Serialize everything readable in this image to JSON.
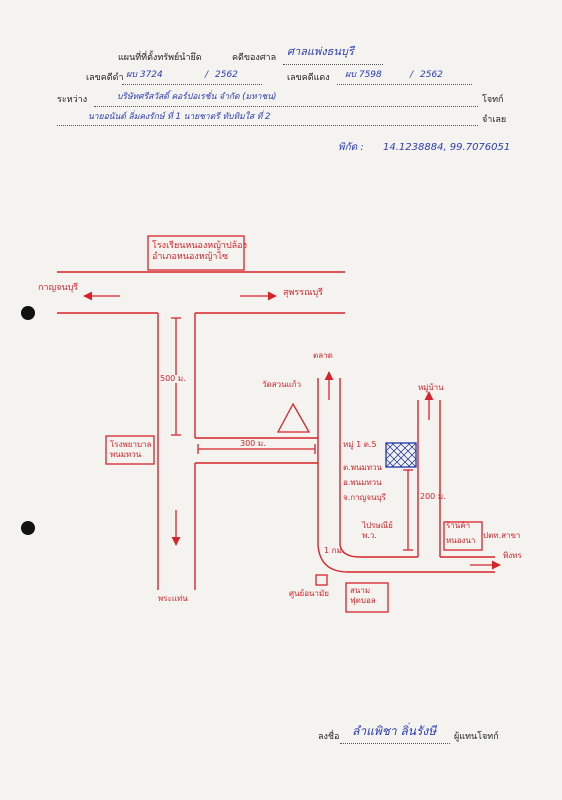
{
  "header": {
    "title": "แผนที่ที่ตั้งทรัพย์นำยึด",
    "court_label": "คดีของศาล",
    "court_value": "ศาลแพ่งธนบุรี",
    "black_case_label": "เลขคดีดำ",
    "black_case_value": "ผบ 3724",
    "black_case_year": "2562",
    "red_case_label": "เลขคดีแดง",
    "red_case_value": "ผบ 7598",
    "red_case_year": "2562",
    "between_label": "ระหว่าง",
    "plaintiff_value": "บริษัทศรีสวัสดิ์ คอร์ปอเรชั่น จำกัด (มหาชน)",
    "plaintiff_label": "โจทก์",
    "defendant_value": "นายอนันต์ ลิ่มคงรักษ์ ที่ 1  นายชาตรี ทับทิมใส ที่ 2",
    "defendant_label": "จำเลย",
    "coords_label": "พิกัด :",
    "coords_value": "14.1238884, 99.7076051"
  },
  "map": {
    "label_school": "โรงเรียนหนองหญ้าปล้อง\nอำเภอหนองหญ้าไซ",
    "label_west": "กาญจนบุรี",
    "label_east": "สุพรรณบุรี",
    "label_south": "พระแท่น",
    "label_hospital": "โรงพยาบาล\nพนมทวน",
    "label_dist_500": "500 ม.",
    "label_dist_300": "300 ม.",
    "label_dist_200": "200 ม.",
    "label_dist_1km": "1 กม.",
    "label_north_road": "ตลาด",
    "label_temple": "วัดสวนแก้ว",
    "label_village": "หมู่บ้าน",
    "label_property_1": "หมู่ 1 ต.5",
    "label_property_2": "ต.พนมทวน",
    "label_property_3": "อ.พนมทวน",
    "label_property_4": "จ.กาญจนบุรี",
    "label_post": "ไปรษณีย์\nพ.ว.",
    "label_shop_1": "ร้านค้า",
    "label_shop_2": "หนองนา",
    "label_shop_3": "ปตท.สาขา",
    "label_east_road": "พิงทร",
    "label_clinic": "ศูนย์อนามัย",
    "label_field": "สนาม\nฟุตบอล"
  },
  "footer": {
    "sign_label": "ลงชื่อ",
    "sign_name": "ลำแพิชา  ลิ่นรังษี",
    "sign_role": "ผู้แทนโจทก์"
  }
}
